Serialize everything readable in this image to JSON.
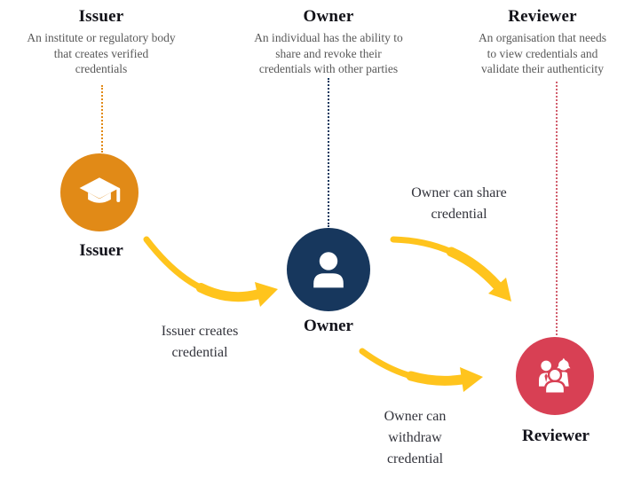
{
  "diagram": {
    "title_implicit": "Verified credentials roles diagram",
    "columns": [
      {
        "title": "Issuer",
        "desc_lines": [
          "An institute or regulatory body",
          "that creates verified",
          "credentials"
        ],
        "node_label": "Issuer",
        "color": "#E18A17",
        "icon": "graduation-cap-icon"
      },
      {
        "title": "Owner",
        "desc_lines": [
          "An individual has the ability to",
          "share and revoke their",
          "credentials with other parties"
        ],
        "node_label": "Owner",
        "color": "#17375D",
        "icon": "person-icon"
      },
      {
        "title": "Reviewer",
        "desc_lines": [
          "An organisation that needs",
          "to view credentials and",
          "validate their authenticity"
        ],
        "node_label": "Reviewer",
        "color": "#D84054",
        "icon": "people-group-icon"
      }
    ],
    "arrows": [
      {
        "label": "Issuer creates credential",
        "lines": [
          "Issuer creates",
          "credential"
        ],
        "from": "Issuer",
        "to": "Owner"
      },
      {
        "label": "Owner can share credential",
        "lines": [
          "Owner can share",
          "credential"
        ],
        "from": "Owner",
        "to": "Reviewer"
      },
      {
        "label": "Owner can withdraw credential",
        "lines": [
          "Owner can",
          "withdraw",
          "credential"
        ],
        "from": "Owner",
        "to": "Reviewer"
      }
    ],
    "colors": {
      "arrow": "#FFC41D",
      "issuer": "#E18A17",
      "owner": "#17375D",
      "reviewer": "#D84054",
      "heading_text": "#121218",
      "description_text": "#595959",
      "caption_text": "#33343c"
    }
  }
}
